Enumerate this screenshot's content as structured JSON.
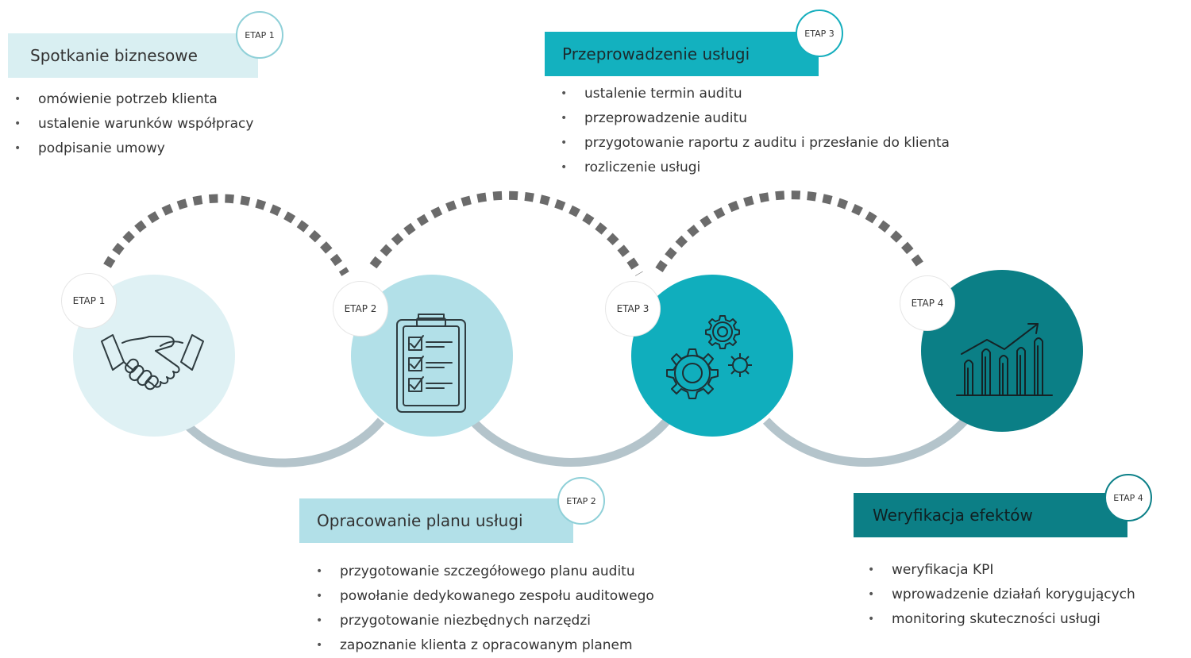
{
  "stages": [
    {
      "title": "Spotkanie biznesowe",
      "badge": "ETAP 1",
      "bullets": [
        "omówienie potrzeb klienta",
        "ustalenie warunków współpracy",
        "podpisanie umowy"
      ]
    },
    {
      "title": "Opracowanie planu usługi",
      "badge": "ETAP 2",
      "bullets": [
        "przygotowanie szczegółowego planu auditu",
        "powołanie dedykowanego zespołu auditowego",
        "przygotowanie niezbędnych narzędzi",
        "zapoznanie klienta z opracowanym planem"
      ]
    },
    {
      "title": "Przeprowadzenie usługi",
      "badge": "ETAP 3",
      "bullets": [
        "ustalenie termin auditu",
        "przeprowadzenie auditu",
        "przygotowanie raportu z auditu i przesłanie do klienta",
        "rozliczenie usługi"
      ]
    },
    {
      "title": "Weryfikacja efektów",
      "badge": "ETAP 4",
      "bullets": [
        "weryfikacja KPI",
        "wprowadzenie działań korygujących",
        "monitoring skuteczności usługi"
      ]
    }
  ],
  "circles": [
    {
      "label": "ETAP 1",
      "icon": "handshake-icon",
      "color": "#dff1f4"
    },
    {
      "label": "ETAP 2",
      "icon": "clipboard-checklist-icon",
      "color": "#b2e0e8"
    },
    {
      "label": "ETAP 3",
      "icon": "gears-icon",
      "color": "#10aebd"
    },
    {
      "label": "ETAP 4",
      "icon": "growth-chart-icon",
      "color": "#0b7f86"
    }
  ],
  "colors": {
    "light_box": "#d9eff2",
    "teal_box": "#13b1bf",
    "dark_box": "#0c7f86",
    "dotted_arc": "#6b6b6b",
    "solid_arc": "#b4c4cb"
  }
}
